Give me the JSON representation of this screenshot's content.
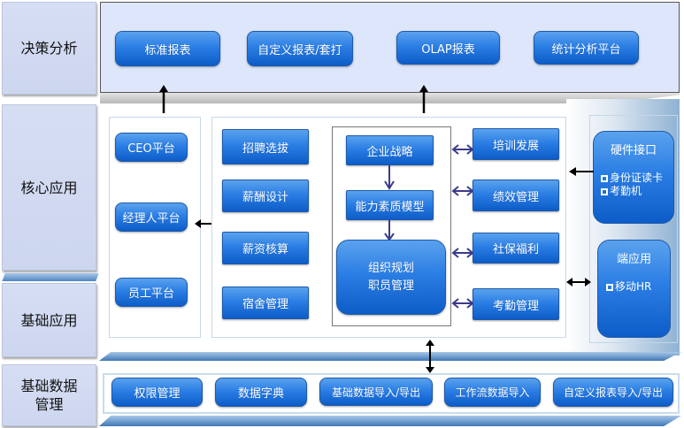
{
  "layers": {
    "decision": "决策分析",
    "core": "核心应用",
    "basic_app": "基础应用",
    "basic_data": "基础数据管理"
  },
  "decision_buttons": [
    "标准报表",
    "自定义报表/套打",
    "OLAP报表",
    "统计分析平台"
  ],
  "platforms": [
    "CEO平台",
    "经理人平台",
    "员工平台"
  ],
  "left_modules": [
    "招聘选拔",
    "薪酬设计",
    "薪资核算",
    "宿舍管理"
  ],
  "center_flow": {
    "strategy": "企业战略",
    "competency": "能力素质模型",
    "org_line1": "组织规划",
    "org_line2": "职员管理"
  },
  "right_modules": [
    "培训发展",
    "绩效管理",
    "社保福利",
    "考勤管理"
  ],
  "hardware": {
    "title": "硬件接口",
    "items": [
      "身份证读卡",
      "考勤机"
    ]
  },
  "mobile": {
    "title": "端应用",
    "items": [
      "移动HR"
    ]
  },
  "data_buttons": [
    "权限管理",
    "数据字典",
    "基础数据导入/导出",
    "工作流数据导入",
    "自定义报表导入/导出"
  ],
  "colors": {
    "button_blue": "#2b7ee4",
    "label_bg": "#d6def4",
    "panel_bg": "#dde6fa",
    "arrow_purple": "#3a3a8c"
  }
}
